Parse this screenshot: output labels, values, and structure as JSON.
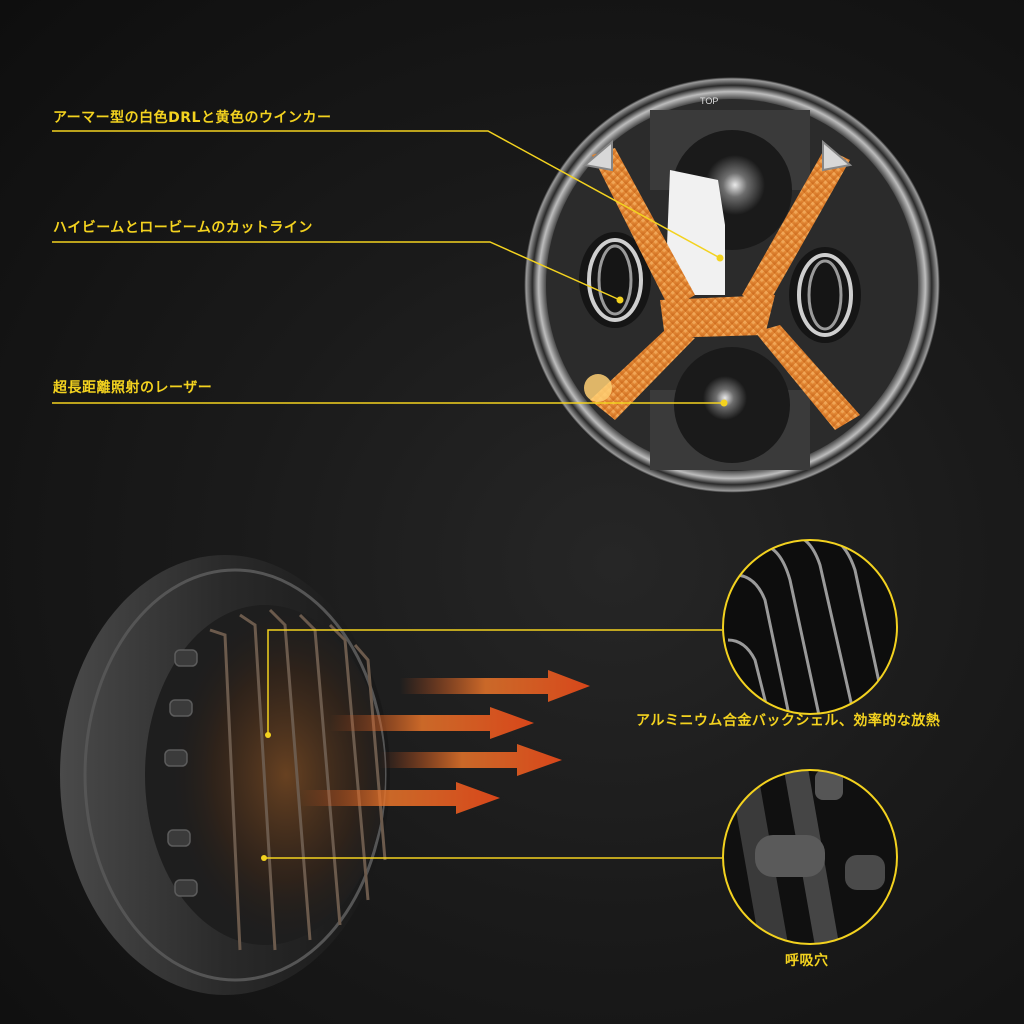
{
  "colors": {
    "accent": "#f3d21f",
    "background": "#141414",
    "drl_amber": "#e98a2a",
    "arrow_orange": "#e2561c"
  },
  "front_view": {
    "top_marking": "TOP",
    "callouts": [
      {
        "label": "アーマー型の白色DRLと黄色のウインカー"
      },
      {
        "label": "ハイビームとロービームのカットライン"
      },
      {
        "label": "超長距離照射のレーザー"
      }
    ]
  },
  "back_view": {
    "callouts": [
      {
        "label": "アルミニウム合金バックシェル、効率的な放熱"
      },
      {
        "label": "呼吸穴"
      }
    ],
    "heat_arrows": 4
  }
}
